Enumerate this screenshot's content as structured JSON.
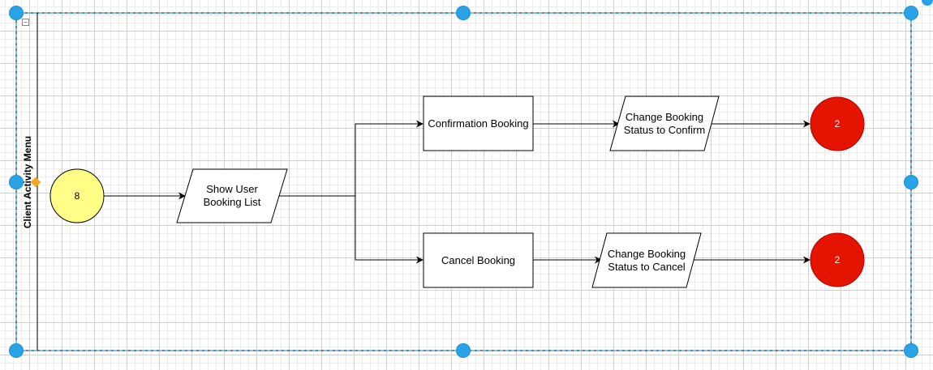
{
  "lane": {
    "title": "Client Activity Menu"
  },
  "nodes": {
    "start": {
      "label": "8",
      "fill": "#ffff88"
    },
    "show_list": {
      "label": "Show User\nBooking List"
    },
    "confirmation": {
      "label": "Confirmation Booking"
    },
    "status_confirm": {
      "label": "Change Booking\nStatus to Confirm"
    },
    "end_confirm": {
      "label": "2",
      "fill": "#e51400"
    },
    "cancel": {
      "label": "Cancel Booking"
    },
    "status_cancel": {
      "label": "Change Booking\nStatus to Cancel"
    },
    "end_cancel": {
      "label": "2",
      "fill": "#e51400"
    }
  },
  "colors": {
    "selection": "#29a3e8",
    "handle_accent": "#f5a623"
  },
  "icons": {
    "collapse": "minus-box-icon",
    "rotate": "rotate-handle-icon"
  },
  "collapse_symbol": "−"
}
